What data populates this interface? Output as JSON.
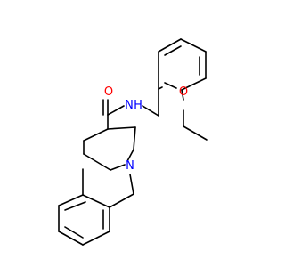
{
  "molecule": {
    "atom_labels": {
      "carbonyl_oxygen": "O",
      "amide_nitrogen": "N",
      "amide_hydrogen": "H",
      "ether_oxygen": "O",
      "piperidine_nitrogen": "N"
    },
    "colors": {
      "bond": "#000000",
      "oxygen": "#ff0000",
      "nitrogen": "#0000ff"
    }
  }
}
